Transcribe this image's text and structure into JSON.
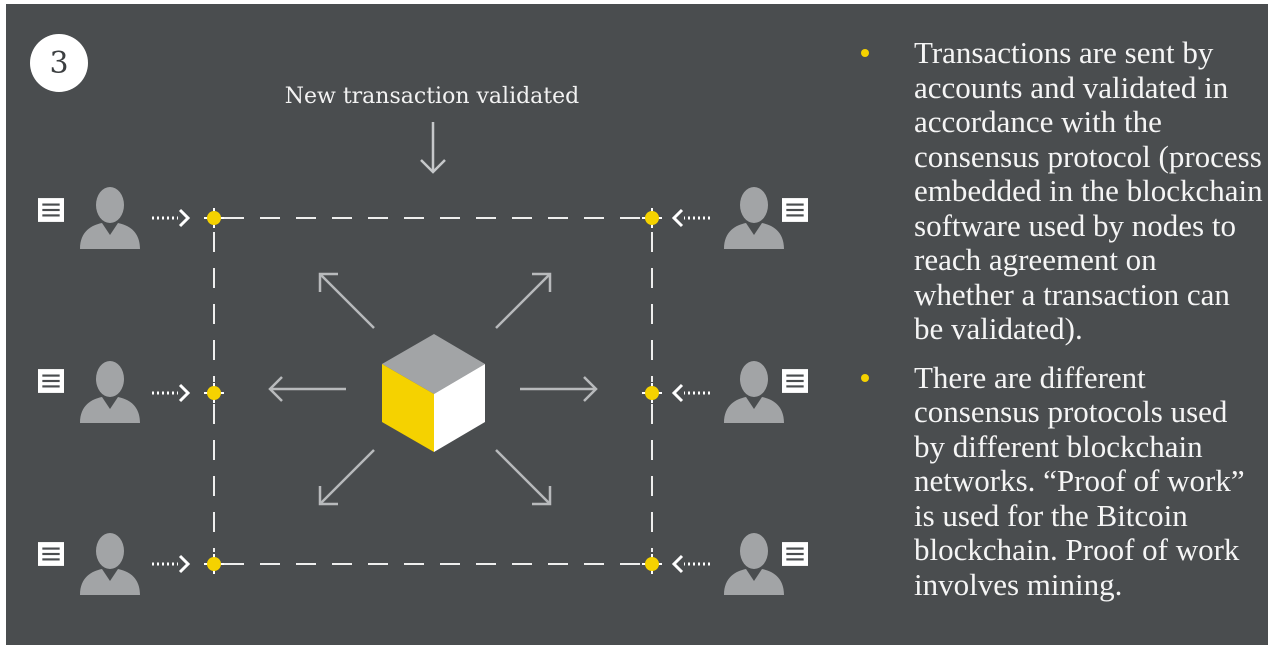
{
  "step_number": "3",
  "caption": "New transaction validated",
  "bullets": [
    "Transactions are sent by accounts and validated in accordance with the consensus protocol (process embedded in the blockchain software used by nodes to reach agreement on whether a transaction can be validated).",
    "There are different consensus protocols used by different blockchain networks. “Proof of work” is used for the Bitcoin blockchain. Proof of work involves mining."
  ],
  "colors": {
    "background": "#4a4d4f",
    "accent": "#f5d200",
    "node_gray": "#a2a4a6",
    "text": "#f5f5f5"
  },
  "icons": {
    "account": "person-icon",
    "document": "document-icon",
    "block": "cube-icon"
  }
}
